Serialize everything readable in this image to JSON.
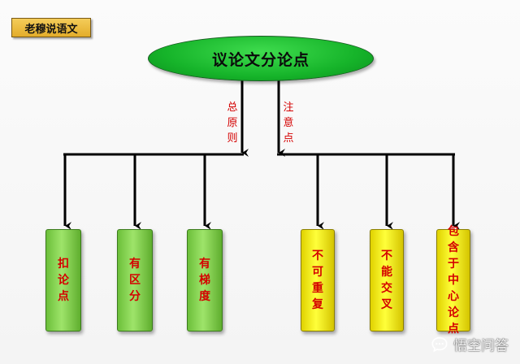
{
  "badge": {
    "label": "老穆说语文"
  },
  "root": {
    "label": "议论文分论点"
  },
  "branches": [
    {
      "label": "总原则",
      "color": "#d40000"
    },
    {
      "label": "注意点",
      "color": "#d40000"
    }
  ],
  "left_items": [
    {
      "label": "扣论点"
    },
    {
      "label": "有区分"
    },
    {
      "label": "有梯度"
    }
  ],
  "right_items": [
    {
      "label": "不可重复"
    },
    {
      "label": "不能交叉"
    },
    {
      "label": "包含于中心论点"
    }
  ],
  "colors": {
    "root_fill": "#16b42a",
    "left_fill": "#8fd65a",
    "right_fill": "#ffff33",
    "text_red": "#d40000",
    "badge_fill": "#ecbd42"
  },
  "watermark": {
    "text": "悟空问答",
    "icon": "chat-bubble-icon"
  }
}
